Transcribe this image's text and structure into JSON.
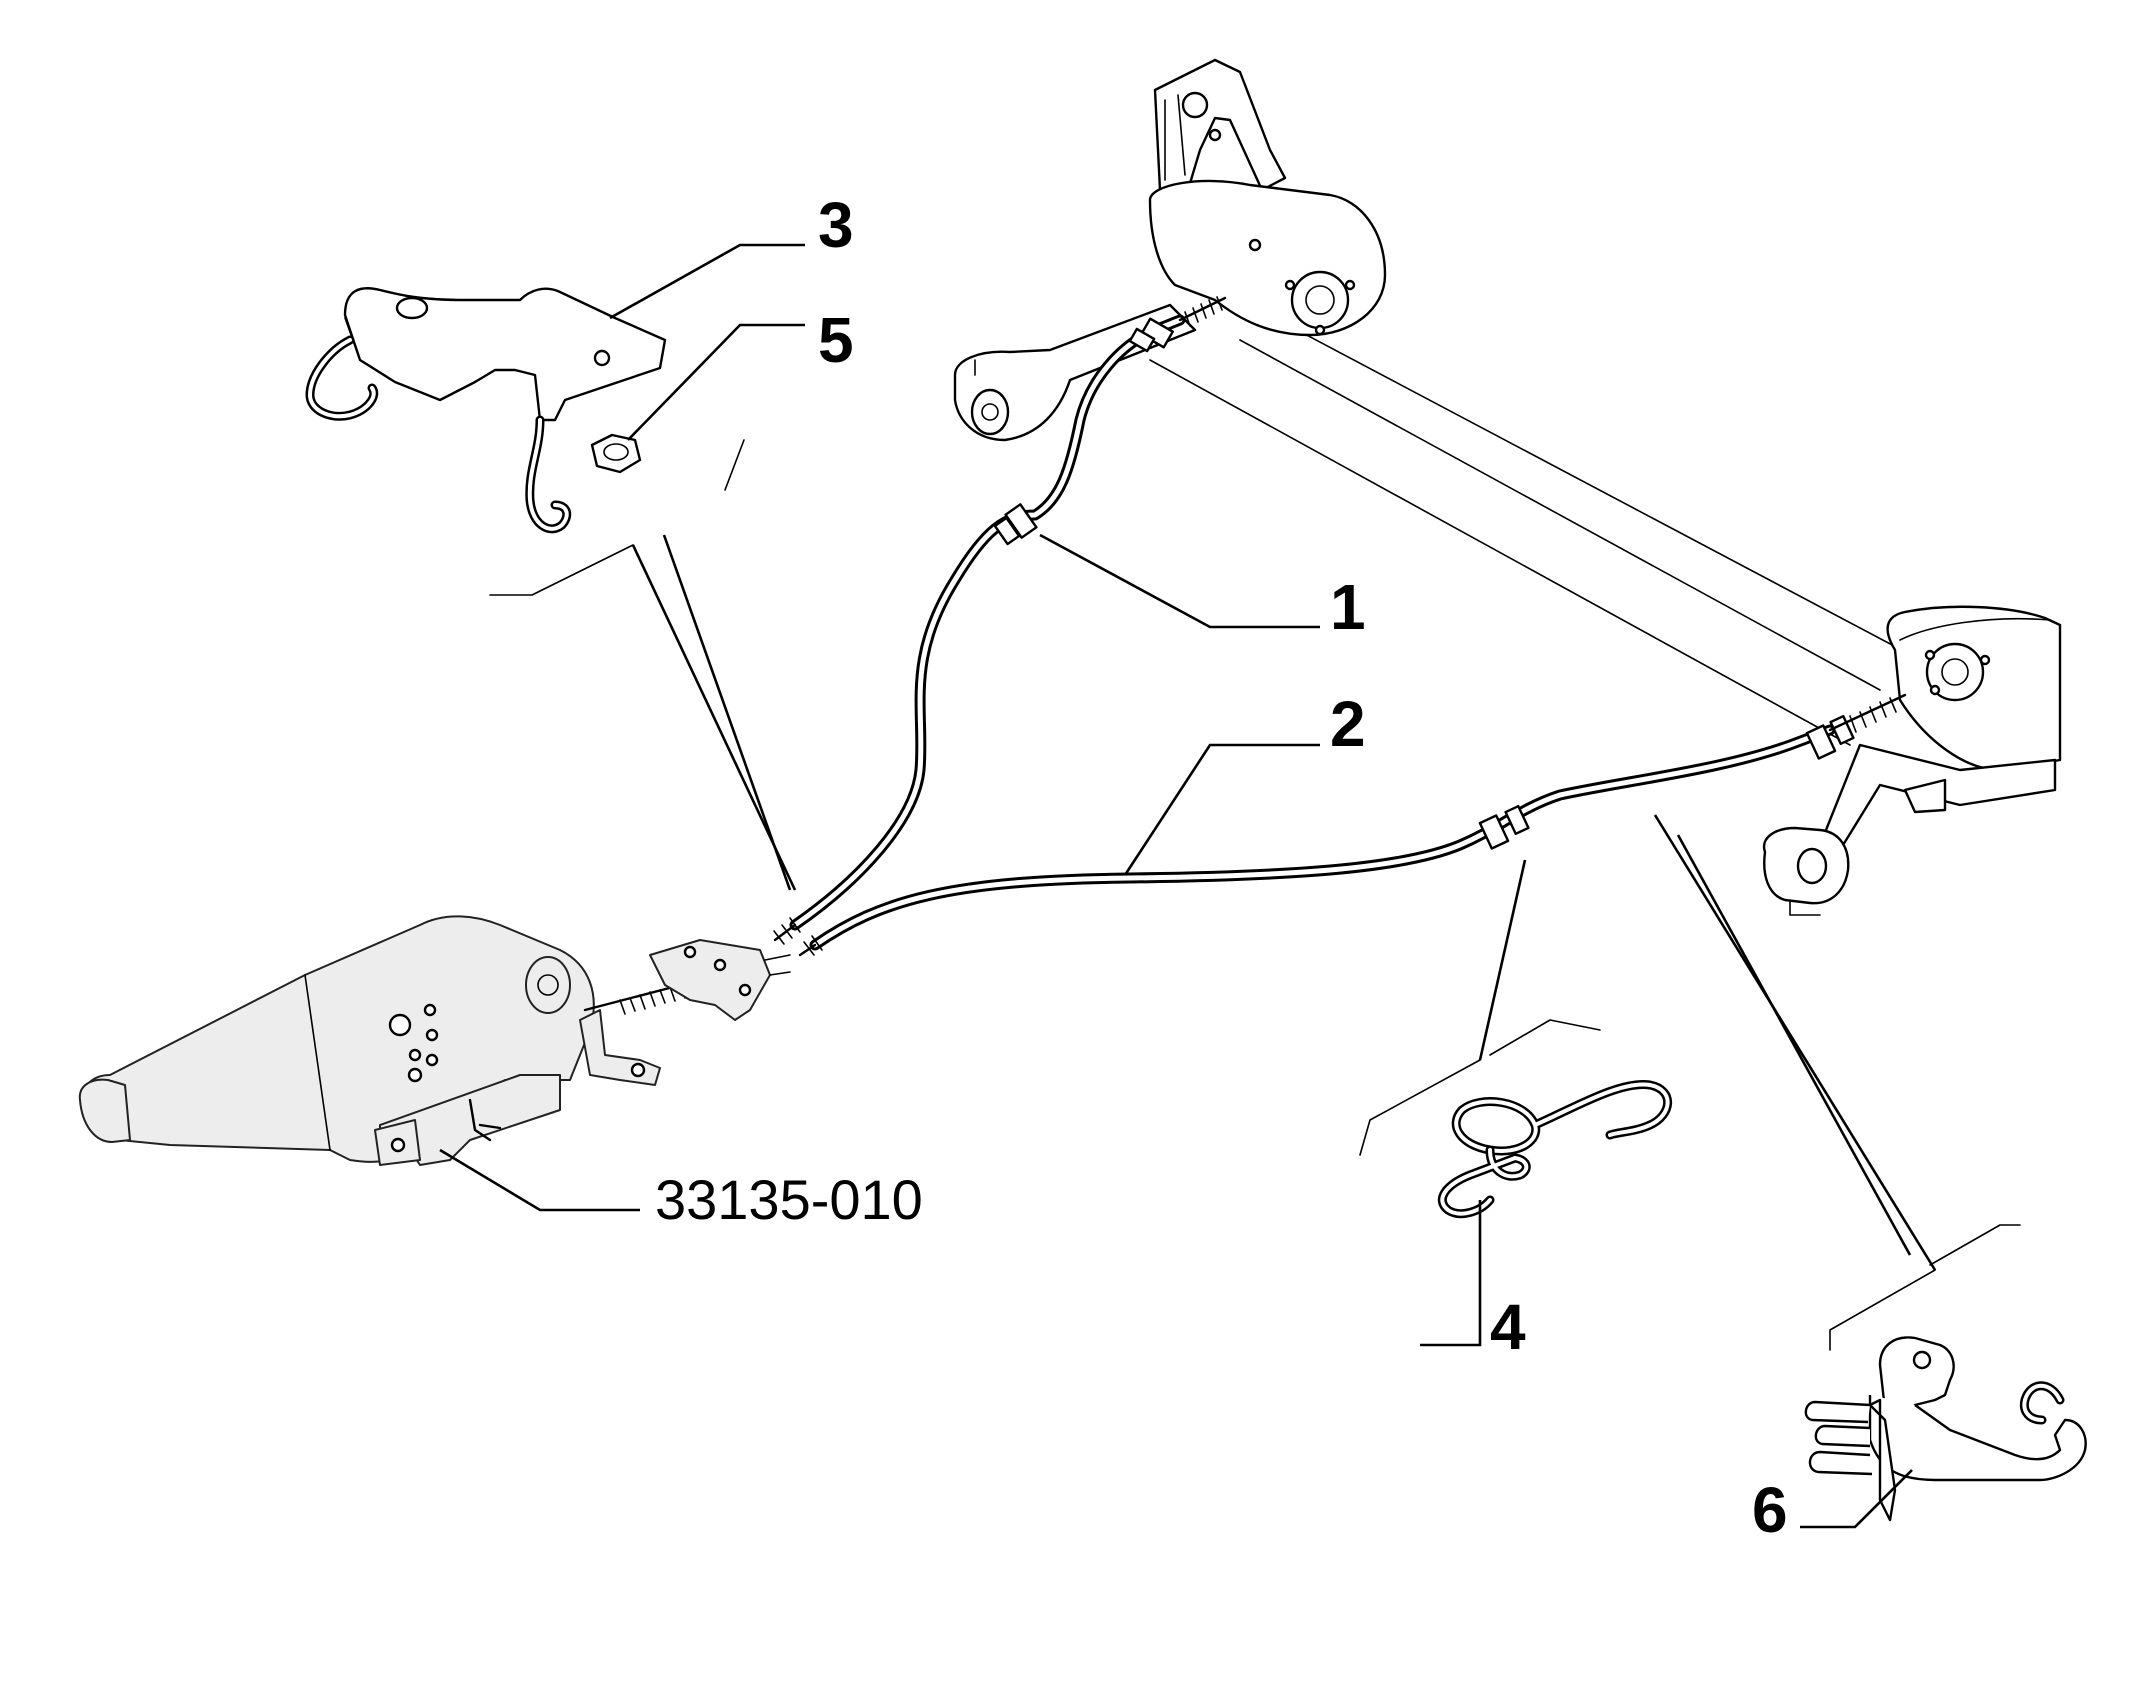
{
  "callouts": {
    "c1": "1",
    "c2": "2",
    "c3": "3",
    "c4": "4",
    "c5": "5",
    "c6": "6",
    "ref_lever": "33135-010"
  },
  "colors": {
    "ink": "#000000",
    "paper": "#ffffff",
    "shade": "#ededed"
  }
}
